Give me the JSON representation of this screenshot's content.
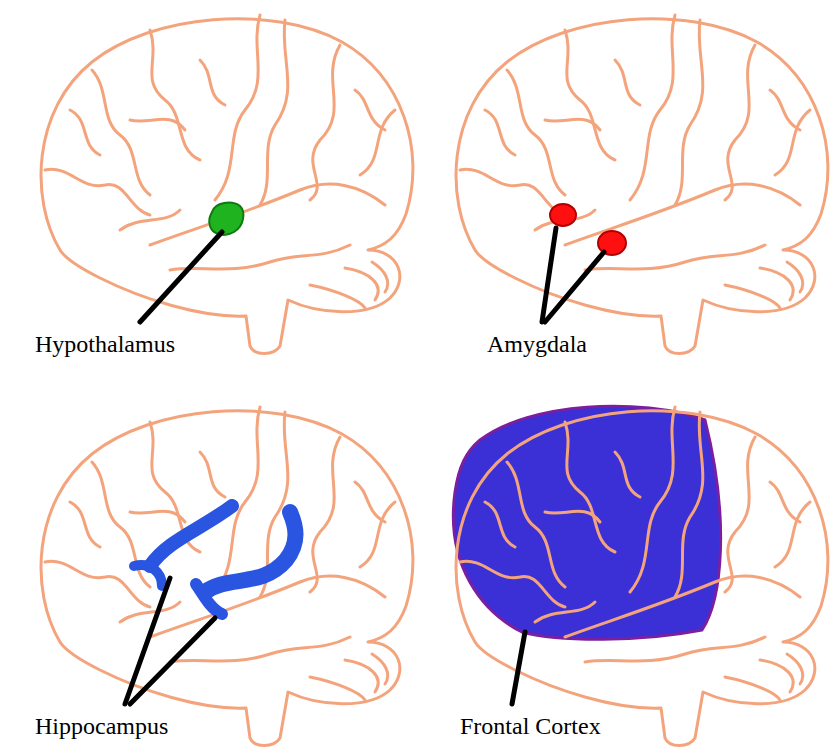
{
  "diagram": {
    "labels": [
      "Hypothalamus",
      "Amygdala",
      "Hippocampus",
      "Frontal Cortex"
    ]
  }
}
